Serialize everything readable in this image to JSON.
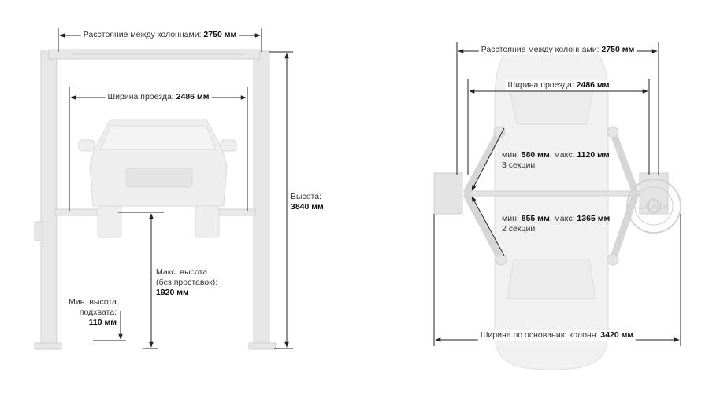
{
  "front": {
    "column_distance": {
      "label": "Расстояние между колоннами:",
      "value": "2750 мм"
    },
    "drive_width": {
      "label": "Ширина проезда:",
      "value": "2486 мм"
    },
    "height": {
      "label": "Высота:",
      "value": "3840 мм"
    },
    "max_height": {
      "line1": "Макс. высота",
      "line2": "(без проставок):",
      "value": "1920 мм"
    },
    "min_height": {
      "line1": "Мин. высота",
      "line2": "подхвата:",
      "value": "110 мм"
    }
  },
  "top": {
    "column_distance": {
      "label": "Расстояние между колоннами:",
      "value": "2750 мм"
    },
    "drive_width": {
      "label": "Ширина проезда:",
      "value": "2486 мм"
    },
    "arm_3": {
      "min_label": "мин:",
      "min_value": "580 мм",
      "max_label": ", макс:",
      "max_value": "1120 мм",
      "sections": "3 секции"
    },
    "arm_2": {
      "min_label": "мин:",
      "min_value": "855 мм",
      "max_label": ", макс:",
      "max_value": "1365 мм",
      "sections": "2 секции"
    },
    "base_width": {
      "label": "Ширина по основанию колонн:",
      "value": "3420 мм"
    },
    "stamp_text": "LAUNCH"
  },
  "colors": {
    "dim_line": "#222222",
    "equipment": "#e6e6e6",
    "equipment_edge": "#cfcfcf"
  }
}
